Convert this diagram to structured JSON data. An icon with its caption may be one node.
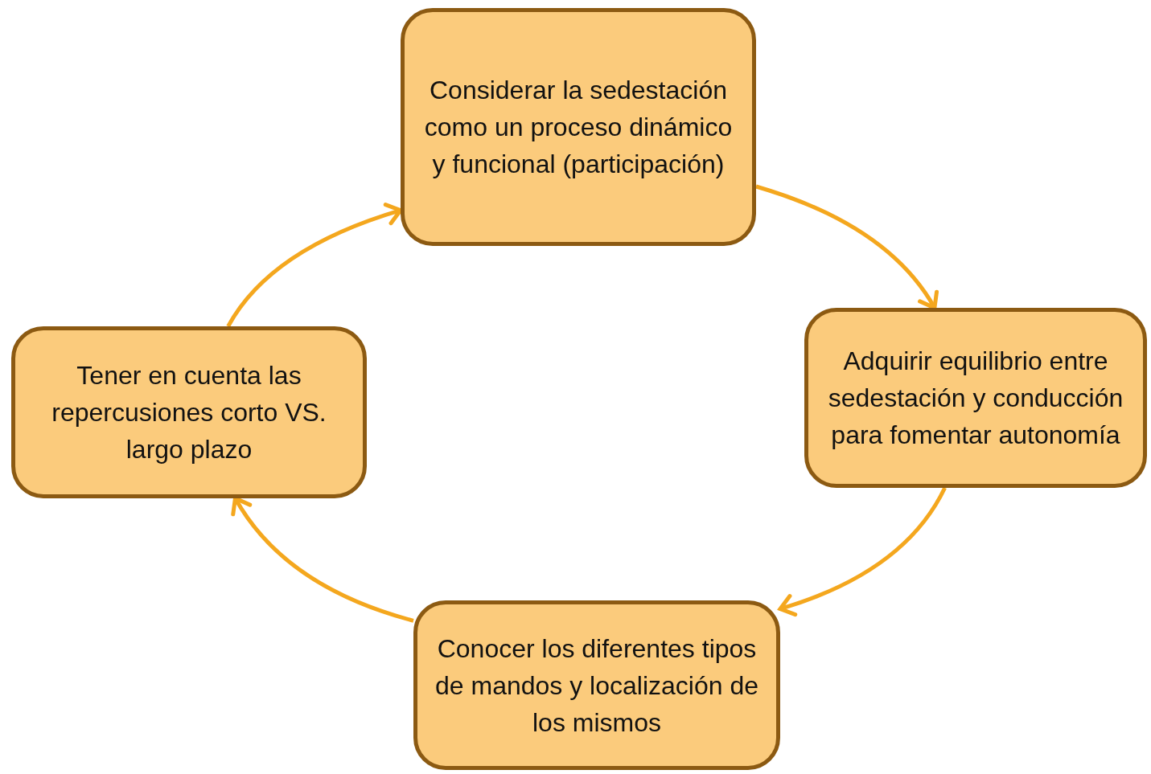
{
  "diagram": {
    "nodes": [
      {
        "text": [
          "Considerar la sedestación como un proceso dinámico y funcional (participación)"
        ]
      },
      {
        "text": [
          "Adquirir equilibrio entre sedestación y conducción para fomentar autonomía"
        ]
      },
      {
        "text": [
          "Conocer los diferentes tipos de mandos y localización de los mismos"
        ]
      },
      {
        "text": [
          "Tener en cuenta las repercusiones corto VS. largo plazo"
        ]
      }
    ],
    "edges": [
      {
        "from": 0,
        "to": 1,
        "arrow": "to"
      },
      {
        "from": 1,
        "to": 2,
        "arrow": "to"
      },
      {
        "from": 2,
        "to": 3,
        "arrow": "to"
      },
      {
        "from": 3,
        "to": 0,
        "arrow": "to"
      }
    ]
  }
}
